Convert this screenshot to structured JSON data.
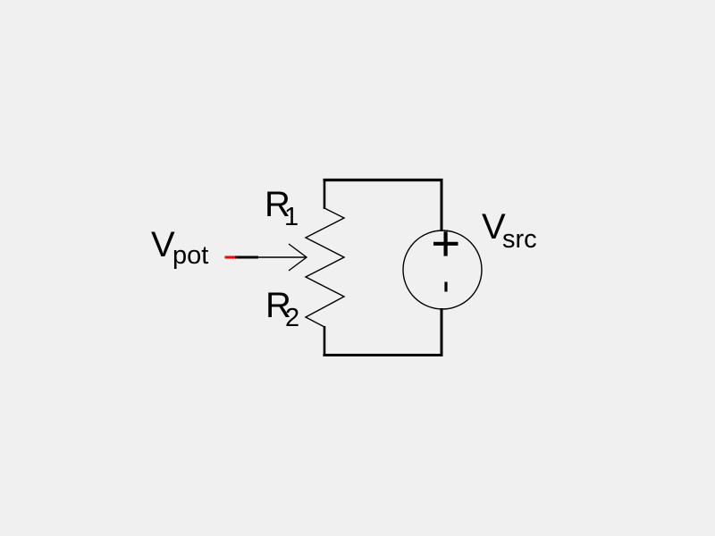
{
  "colors": {
    "background": "#f0f0f0",
    "line": "#000000",
    "text": "#000000",
    "highlight": "#ff0000"
  },
  "labels": {
    "v_pot": {
      "main": "V",
      "sub": "pot"
    },
    "r1": {
      "main": "R",
      "sub": "1"
    },
    "r2": {
      "main": "R",
      "sub": "2"
    },
    "v_src": {
      "main": "V",
      "sub": "src"
    }
  },
  "source": {
    "positive": "+",
    "negative": "-"
  }
}
